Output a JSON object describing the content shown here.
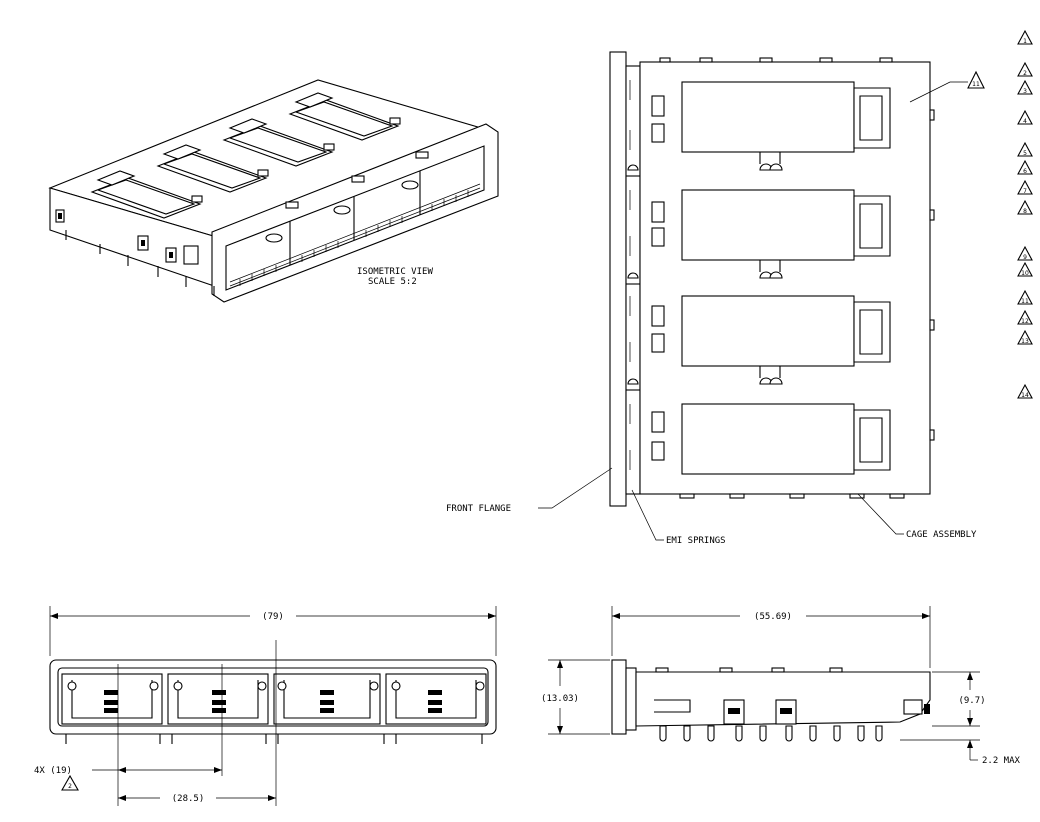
{
  "labels": {
    "iso_title": "ISOMETRIC VIEW",
    "iso_scale": "SCALE  5:2",
    "front_flange": "FRONT FLANGE",
    "emi_springs": "EMI SPRINGS",
    "cage_assembly": "CAGE ASSEMBLY"
  },
  "dimensions": {
    "overall_width": "(79)",
    "front_width": "(55.69)",
    "height_left": "(13.03)",
    "height_right": "(9.7)",
    "max_offset": "2.2 MAX",
    "pitch_count": "4X (19)",
    "span": "(28.5)"
  },
  "callouts": {
    "top_view_note": "11",
    "pitch_note": "2",
    "notes_column": [
      "1",
      "2",
      "3",
      "4",
      "5",
      "6",
      "7",
      "8",
      "9",
      "10",
      "11",
      "12",
      "13",
      "14"
    ]
  }
}
